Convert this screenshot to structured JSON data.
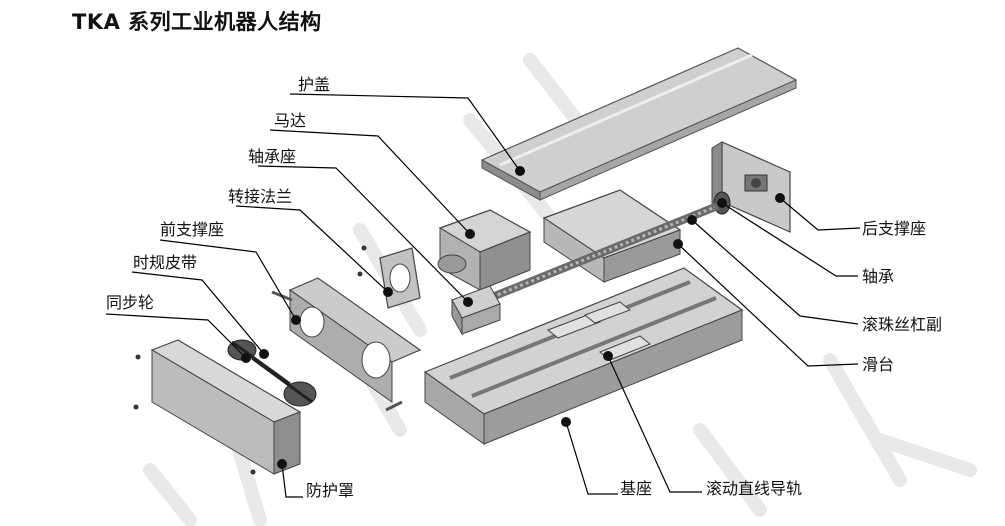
{
  "title": "TKA 系列工业机器人结构",
  "labels": {
    "hugai": "护盖",
    "mada": "马达",
    "zhouchengzuo": "轴承座",
    "zhuanjiefalan": "转接法兰",
    "qianzhichengzuo": "前支撑座",
    "shiguipidai": "时规皮带",
    "tongbulun": "同步轮",
    "houzhichengzuo": "后支撑座",
    "zhoucheng": "轴承",
    "gunzhusigangfu": "滚珠丝杠副",
    "huatai": "滑台",
    "fanghuzhao": "防护罩",
    "jizuo": "基座",
    "gundongzhixiandaogui": "滚动直线导轨"
  },
  "colors": {
    "line": "#000000",
    "dot": "#111111",
    "metal_light": "#d9d9d9",
    "metal_mid": "#b4b4b4",
    "metal_dark": "#7d7d7d",
    "watermark": "#e6e6e6"
  }
}
